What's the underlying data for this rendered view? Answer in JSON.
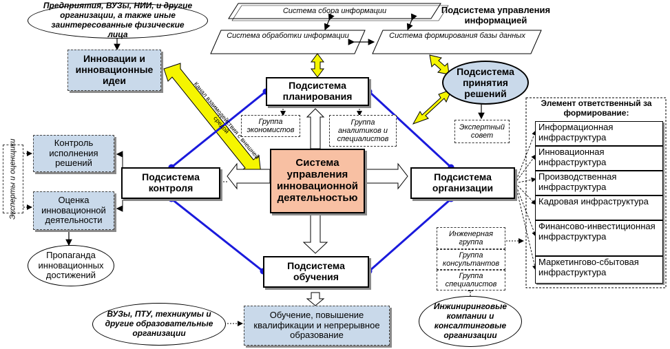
{
  "top": {
    "collect": "Система сбора информации",
    "processing": "Система обработки информации",
    "database": "Система формирования базы данных",
    "subsystem_title": "Подсистема управления информацией"
  },
  "center": "Система управления инновационной деятельностью",
  "planning": "Подсистема планирования",
  "control": "Подсистема контроля",
  "organization": "Подсистема организации",
  "training": "Подсистема обучения",
  "decision": "Подсистема принятия решений",
  "enterprises": "Предприятия, ВУЗы, НИИ, и другие организации, а также иные заинтересованные физические лица",
  "innovations": "Инновации и инновационные идеи",
  "channel": "Канал взаимодействия с внешней средой",
  "economists": "Группа экономистов",
  "analysts": "Группа аналитиков и специалистов",
  "expert_council": "Экспертный совет",
  "control_execution": "Контроль исполнения решений",
  "evaluation": "Оценка инновационной деятельности",
  "experts_side": "Эксперты и оценщики",
  "propaganda": "Пропаганда инновационных достижений",
  "education_orgs": "ВУЗы, ПТУ, техникумы и другие образовательные организации",
  "training_box": "Обучение, повышение квалификации и непрерывное образование",
  "engineering_group": "Инженерная группа",
  "consultants_group": "Группа консультантов",
  "specialists_group": "Группа специалистов",
  "engineering_companies": "Инжиниринговые компании и консалтинговые организации",
  "responsible_title": "Элемент ответственный за формирование:",
  "responsible_items": [
    "Информационная инфраструктура",
    "Инновационная инфраструктура",
    "Производственная инфраструктура",
    "Кадровая инфраструктура",
    "Финансово-инвестиционная инфраструктура",
    "Маркетингово-сбытовая инфраструктура"
  ],
  "colors": {
    "blue_line": "#1a1adc",
    "yellow": "#f5f500",
    "center_fill": "#f8c0a3",
    "blue_fill": "#c9d9ea"
  }
}
